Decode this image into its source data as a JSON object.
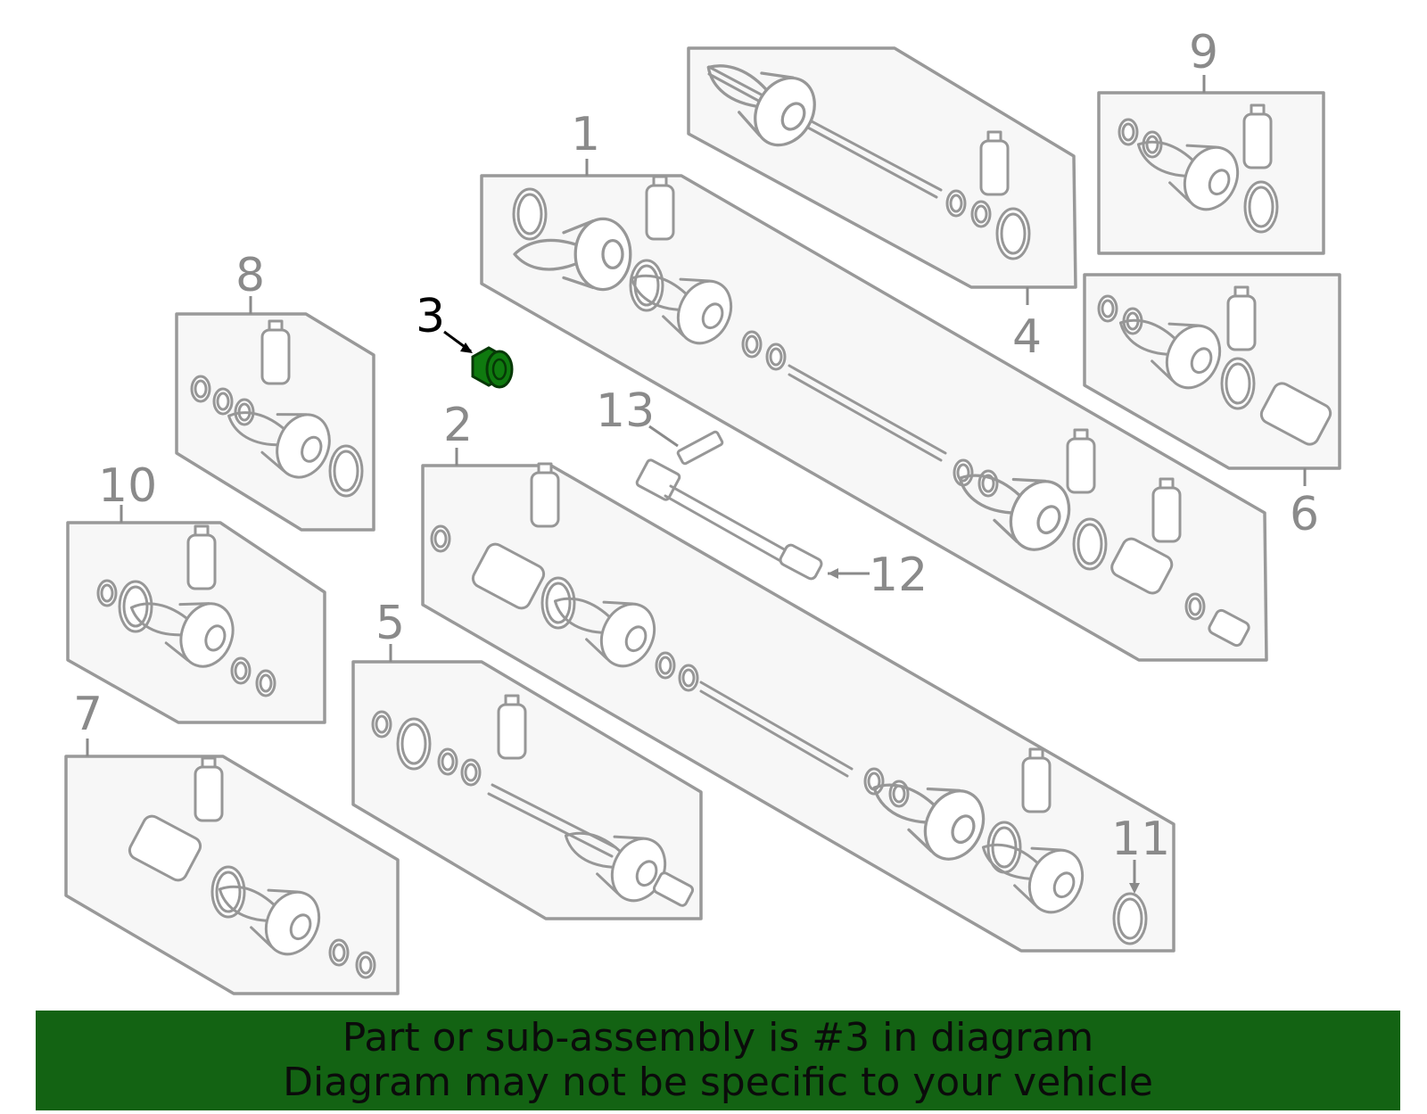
{
  "callouts": {
    "c1": "1",
    "c2": "2",
    "c3": "3",
    "c4": "4",
    "c5": "5",
    "c6": "6",
    "c7": "7",
    "c8": "8",
    "c9": "9",
    "c10": "10",
    "c11": "11",
    "c12": "12",
    "c13": "13"
  },
  "highlight": {
    "part_number": "3",
    "color": "#0f7a0f"
  },
  "banner": {
    "line1": "Part or sub-assembly is #3 in diagram",
    "line2": "Diagram may not be specific to your vehicle",
    "background": "#136313"
  },
  "colors": {
    "panel_fill": "#f7f7f7",
    "panel_stroke": "#999999",
    "callout_text": "#8a8a8a"
  }
}
